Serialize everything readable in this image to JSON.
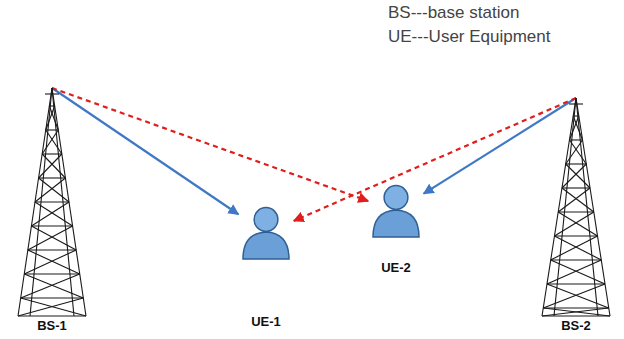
{
  "diagram": {
    "nodes": [
      {
        "text": [
          "BS-1"
        ]
      },
      {
        "text": [
          "UE-1"
        ]
      },
      {
        "text": [
          "UE-2"
        ]
      },
      {
        "text": [
          "BS-2"
        ]
      }
    ],
    "edges": [
      {
        "from": 0,
        "to": 1,
        "arrow": "to"
      },
      {
        "from": 0,
        "to": 2,
        "arrow": "to"
      },
      {
        "from": 3,
        "to": 2,
        "arrow": "to"
      },
      {
        "from": 3,
        "to": 1,
        "arrow": "to"
      }
    ],
    "labels": [
      "BS---base station",
      "UE---User Equipment"
    ]
  }
}
